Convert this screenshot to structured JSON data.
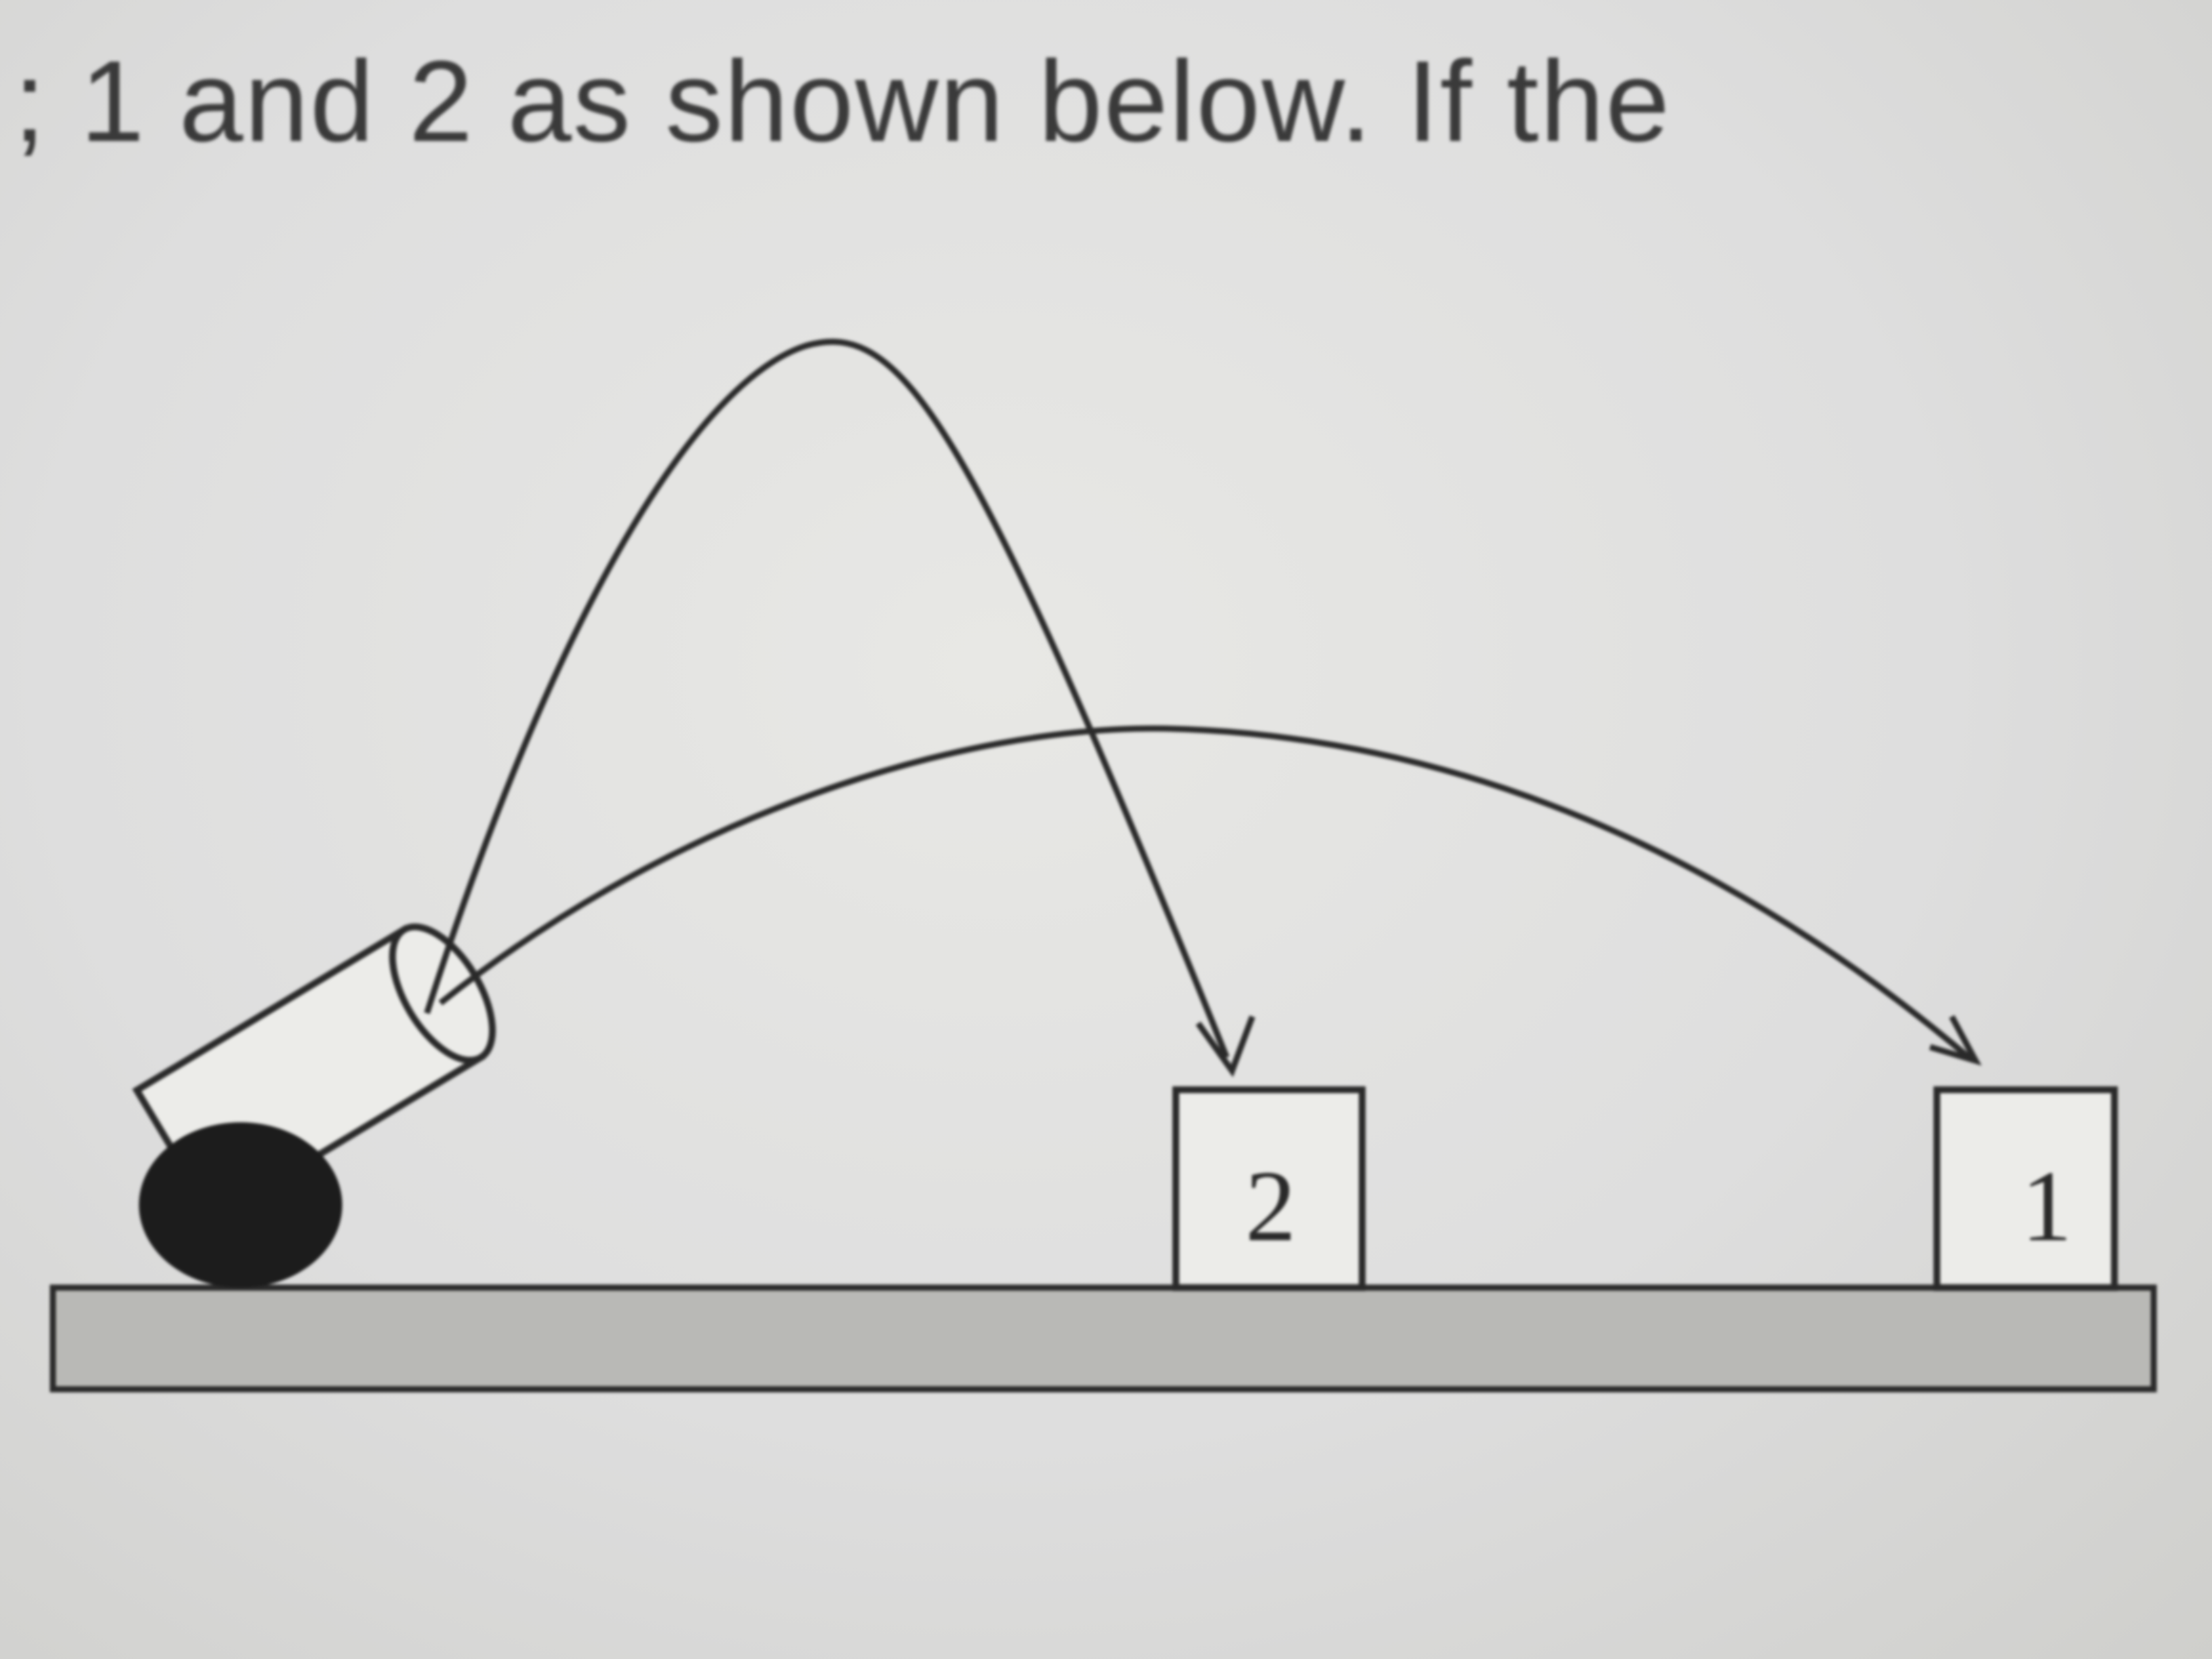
{
  "question": {
    "text": "; 1 and 2 as shown below. If the"
  },
  "diagram": {
    "blocks": [
      {
        "id": "block-1",
        "label": "1"
      },
      {
        "id": "block-2",
        "label": "2"
      }
    ],
    "colors": {
      "ink": "#2a2a2a",
      "ground_fill": "#b9b9b6",
      "cannon_wheel": "#1c1c1c",
      "paper": "#e2e2df"
    }
  }
}
